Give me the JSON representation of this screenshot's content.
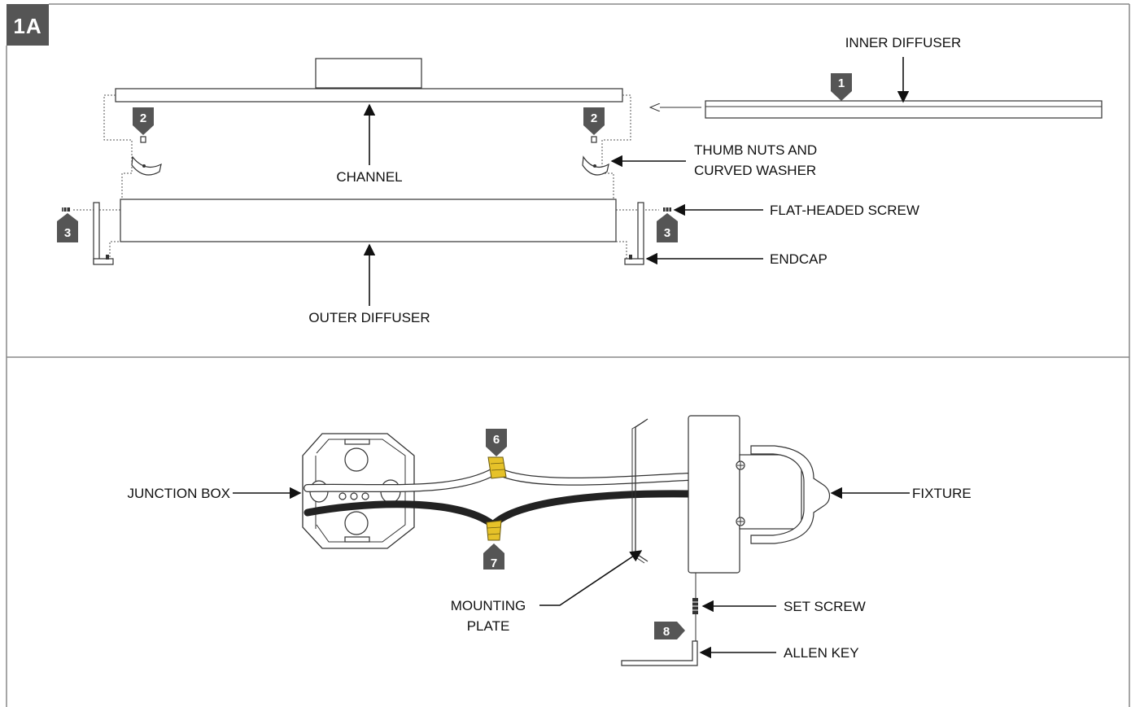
{
  "figure_label": "1A",
  "colors": {
    "badge": "#555555",
    "frame": "#888888",
    "wire_white": "#ffffff",
    "wire_black": "#222222",
    "wire_nut": "#e6c229"
  },
  "top_panel": {
    "labels": {
      "inner_diffuser": "INNER DIFFUSER",
      "channel": "CHANNEL",
      "thumb_nuts_line1": "THUMB NUTS AND",
      "thumb_nuts_line2": "CURVED WASHER",
      "flat_screw": "FLAT-HEADED SCREW",
      "endcap": "ENDCAP",
      "outer_diffuser": "OUTER DIFFUSER"
    },
    "steps": {
      "step1": "1",
      "step2_left": "2",
      "step2_right": "2",
      "step3_left": "3",
      "step3_right": "3"
    }
  },
  "bottom_panel": {
    "labels": {
      "junction_box": "JUNCTION BOX",
      "fixture": "FIXTURE",
      "mounting_plate_line1": "MOUNTING",
      "mounting_plate_line2": "PLATE",
      "set_screw": "SET SCREW",
      "allen_key": "ALLEN KEY"
    },
    "steps": {
      "step6": "6",
      "step7": "7",
      "step8": "8"
    }
  }
}
